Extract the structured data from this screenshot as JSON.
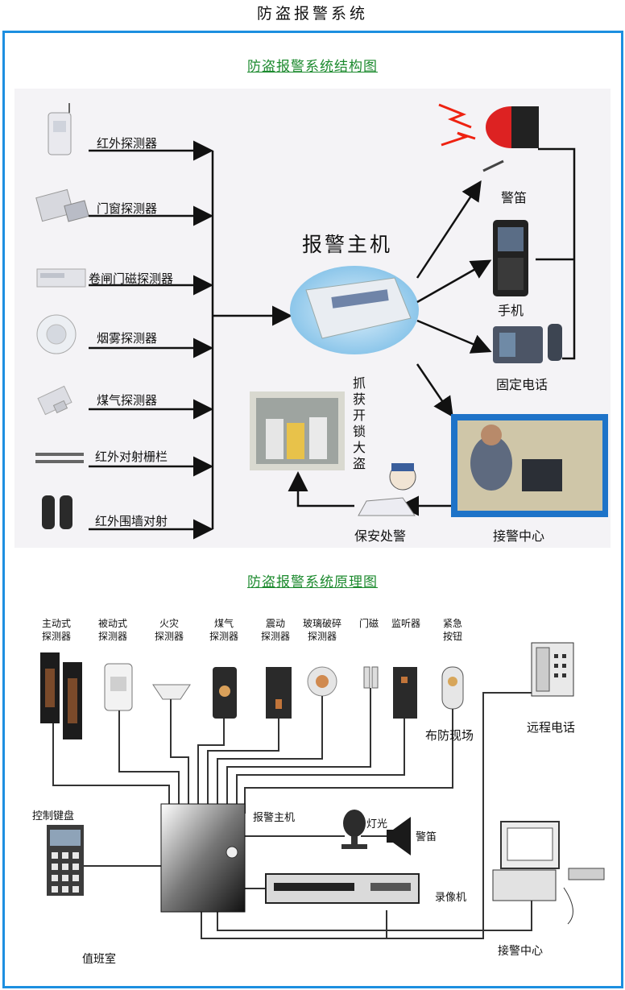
{
  "page_title": "防盗报警系统",
  "structure": {
    "title": "防盗报警系统结构图",
    "detectors": [
      "红外探测器",
      "门窗探测器",
      "卷闸门磁探测器",
      "烟雾探测器",
      "煤气探测器",
      "红外对射栅栏",
      "红外围墙对射"
    ],
    "host": "报警主机",
    "outputs": {
      "siren": "警笛",
      "mobile": "手机",
      "phone": "固定电话",
      "center": "接警中心",
      "guard": "保安处警"
    },
    "capture": "抓获开锁大盗"
  },
  "principle": {
    "title": "防盗报警系统原理图",
    "detectors": [
      "主动式\n探测器",
      "被动式\n探测器",
      "火灾\n探测器",
      "煤气\n探测器",
      "震动\n探测器",
      "玻璃破碎\n探测器",
      "门磁",
      "监听器",
      "紧急\n按钮"
    ],
    "site": "布防现场",
    "remote_phone": "远程电话",
    "keyboard": "控制键盘",
    "host": "报警主机",
    "light": "灯光",
    "siren": "警笛",
    "recorder": "录像机",
    "duty_room": "值班室",
    "center": "接警中心"
  }
}
